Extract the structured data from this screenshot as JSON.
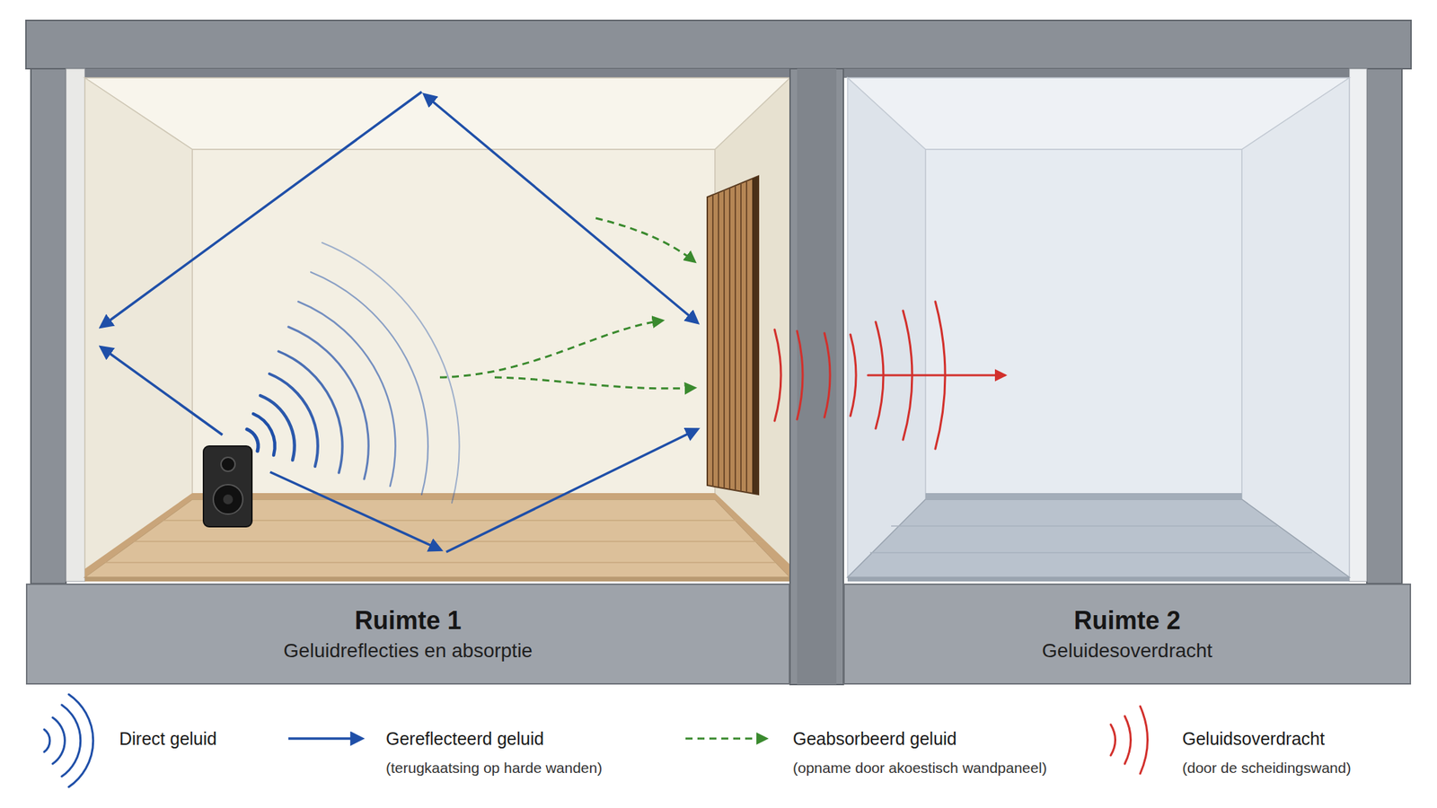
{
  "diagram": {
    "nodes": [
      {
        "text": [
          "Ruimte 1",
          "Geluidreflecties en absorptie"
        ]
      },
      {
        "text": [
          "Ruimte 2",
          "Geluidesoverdracht"
        ]
      }
    ],
    "labels": [
      "(terugkaatsing op harde wanden)",
      "(opname door akoestisch wandpaneel)",
      "(door de scheidingswand)"
    ],
    "legend": [
      {
        "text": "Direct geluid"
      },
      {
        "text": "Gereflecteerd geluid"
      },
      {
        "text": "Geabsorbeerd geluid"
      },
      {
        "text": "Geluidsoverdracht"
      }
    ]
  }
}
